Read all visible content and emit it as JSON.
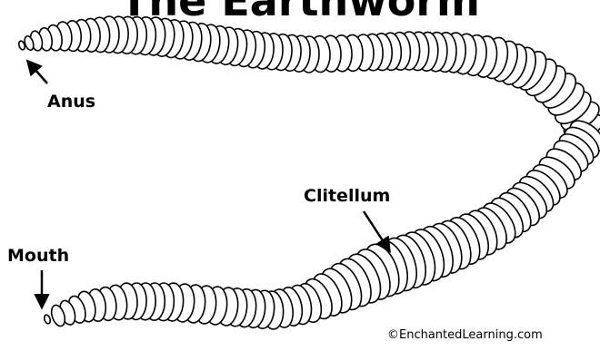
{
  "title": "The Earthworm",
  "labels": {
    "anus": "Anus",
    "mouth": "Mouth",
    "clitellum": "Clitellum"
  },
  "copyright": "©EnchantedLearning.com",
  "icons": [
    "earthworm-illustration",
    "arrow-icon"
  ],
  "colors": {
    "stroke": "#000000",
    "fill": "#ffffff"
  }
}
